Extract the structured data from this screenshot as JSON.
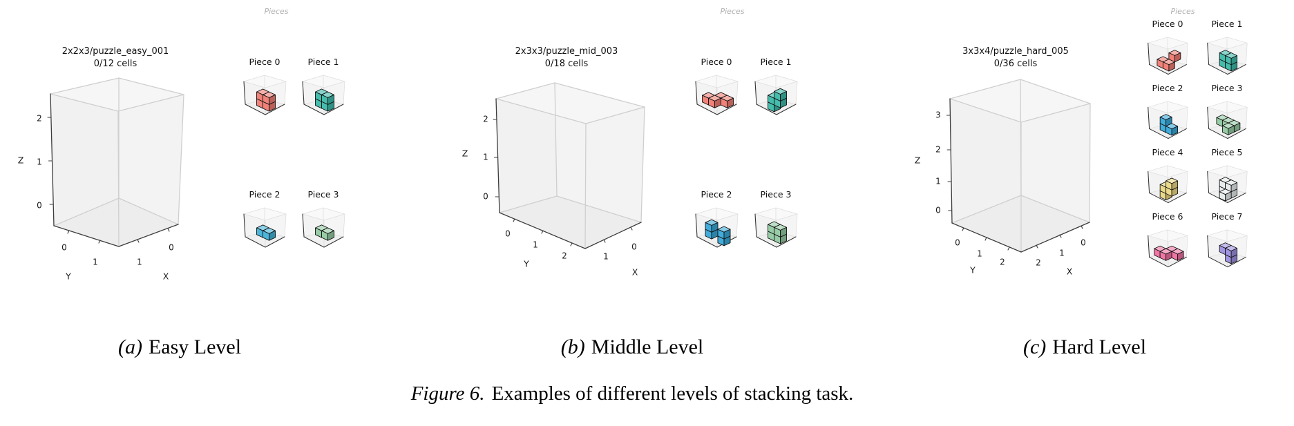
{
  "figure_caption": {
    "label": "Figure 6.",
    "text": "Examples of different levels of stacking task."
  },
  "panels": [
    {
      "caption": {
        "label": "(a)",
        "text": "Easy Level"
      },
      "pieces_header": "Pieces",
      "plot": {
        "title": "2x2x3/puzzle_easy_001",
        "subtitle": "0/12 cells",
        "axes": {
          "z": {
            "label": "Z",
            "ticks": [
              "2",
              "1",
              "0"
            ]
          },
          "y": {
            "label": "Y",
            "ticks": [
              "0",
              "1"
            ]
          },
          "x": {
            "label": "X",
            "ticks": [
              "1",
              "0"
            ]
          }
        }
      },
      "pieces": [
        {
          "label": "Piece 0",
          "color": "#f07b72",
          "cells": [
            [
              0,
              0,
              0
            ],
            [
              1,
              0,
              0
            ],
            [
              0,
              0,
              1
            ],
            [
              1,
              0,
              1
            ]
          ]
        },
        {
          "label": "Piece 1",
          "color": "#3cb8a8",
          "cells": [
            [
              0,
              0,
              0
            ],
            [
              1,
              0,
              0
            ],
            [
              0,
              0,
              1
            ],
            [
              1,
              0,
              1
            ]
          ]
        },
        {
          "label": "Piece 2",
          "color": "#41b2d8",
          "cells": [
            [
              0,
              0,
              0
            ],
            [
              1,
              0,
              0
            ]
          ]
        },
        {
          "label": "Piece 3",
          "color": "#93c9a2",
          "cells": [
            [
              0,
              0,
              0
            ],
            [
              1,
              0,
              0
            ]
          ]
        }
      ]
    },
    {
      "caption": {
        "label": "(b)",
        "text": "Middle Level"
      },
      "pieces_header": "Pieces",
      "plot": {
        "title": "2x3x3/puzzle_mid_003",
        "subtitle": "0/18 cells",
        "axes": {
          "z": {
            "label": "Z",
            "ticks": [
              "2",
              "1",
              "0"
            ]
          },
          "y": {
            "label": "Y",
            "ticks": [
              "0",
              "1",
              "2"
            ]
          },
          "x": {
            "label": "X",
            "ticks": [
              "1",
              "0"
            ]
          }
        }
      },
      "pieces": [
        {
          "label": "Piece 0",
          "color": "#f07b72",
          "cells": [
            [
              0,
              1,
              0
            ],
            [
              1,
              1,
              0
            ],
            [
              1,
              0,
              0
            ],
            [
              2,
              0,
              0
            ]
          ]
        },
        {
          "label": "Piece 1",
          "color": "#3cb8a8",
          "cells": [
            [
              0,
              0,
              0
            ],
            [
              0,
              0,
              1
            ],
            [
              1,
              0,
              1
            ],
            [
              1,
              0,
              2
            ]
          ]
        },
        {
          "label": "Piece 2",
          "color": "#38a8d8",
          "cells": [
            [
              0,
              1,
              2
            ],
            [
              0,
              1,
              1
            ],
            [
              1,
              0,
              1
            ],
            [
              1,
              0,
              0
            ]
          ]
        },
        {
          "label": "Piece 3",
          "color": "#93c9a2",
          "cells": [
            [
              0,
              0,
              0
            ],
            [
              1,
              0,
              0
            ],
            [
              0,
              0,
              1
            ],
            [
              1,
              0,
              1
            ]
          ]
        }
      ]
    },
    {
      "caption": {
        "label": "(c)",
        "text": "Hard Level"
      },
      "pieces_header": "Pieces",
      "plot": {
        "title": "3x3x4/puzzle_hard_005",
        "subtitle": "0/36 cells",
        "axes": {
          "z": {
            "label": "Z",
            "ticks": [
              "3",
              "2",
              "1",
              "0"
            ]
          },
          "y": {
            "label": "Y",
            "ticks": [
              "0",
              "1",
              "2"
            ]
          },
          "x": {
            "label": "X",
            "ticks": [
              "2",
              "1",
              "0"
            ]
          }
        }
      },
      "pieces": [
        {
          "label": "Piece 0",
          "color": "#f07b72",
          "cells": [
            [
              0,
              1,
              0
            ],
            [
              1,
              1,
              0
            ],
            [
              1,
              0,
              1
            ]
          ]
        },
        {
          "label": "Piece 1",
          "color": "#3cb8a8",
          "cells": [
            [
              0,
              0,
              0
            ],
            [
              1,
              0,
              0
            ],
            [
              0,
              0,
              1
            ],
            [
              1,
              0,
              1
            ]
          ]
        },
        {
          "label": "Piece 2",
          "color": "#38a8d8",
          "cells": [
            [
              0,
              0,
              1
            ],
            [
              0,
              0,
              0
            ],
            [
              1,
              0,
              0
            ]
          ]
        },
        {
          "label": "Piece 3",
          "color": "#93c9a2",
          "cells": [
            [
              0,
              0,
              0
            ],
            [
              1,
              0,
              0
            ],
            [
              2,
              0,
              0
            ],
            [
              2,
              1,
              0
            ]
          ]
        },
        {
          "label": "Piece 4",
          "color": "#ead884",
          "cells": [
            [
              0,
              0,
              0
            ],
            [
              0,
              0,
              1
            ],
            [
              1,
              0,
              1
            ],
            [
              1,
              0,
              2
            ]
          ]
        },
        {
          "label": "Piece 5",
          "color": "#e6ebec",
          "cells": [
            [
              0,
              0,
              0
            ],
            [
              1,
              0,
              0
            ],
            [
              0,
              0,
              1
            ],
            [
              1,
              0,
              1
            ],
            [
              1,
              1,
              0
            ]
          ]
        },
        {
          "label": "Piece 6",
          "color": "#ef6fa0",
          "cells": [
            [
              0,
              1,
              0
            ],
            [
              1,
              1,
              0
            ],
            [
              1,
              0,
              0
            ],
            [
              2,
              0,
              0
            ]
          ]
        },
        {
          "label": "Piece 7",
          "color": "#9d8fe0",
          "cells": [
            [
              0,
              0,
              1
            ],
            [
              1,
              0,
              1
            ],
            [
              1,
              0,
              0
            ]
          ]
        }
      ]
    }
  ]
}
